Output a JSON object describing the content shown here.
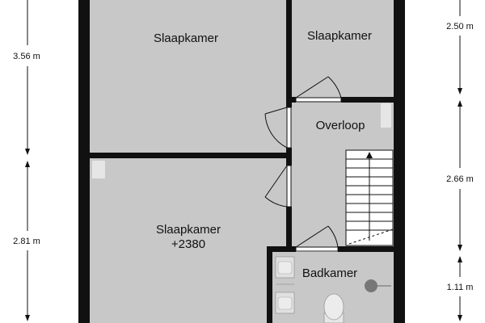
{
  "rooms": {
    "bedroom_top_left": "Slaapkamer",
    "bedroom_top_right": "Slaapkamer",
    "landing": "Overloop",
    "bedroom_bottom": "Slaapkamer",
    "bedroom_bottom_level": "+2380",
    "bathroom": "Badkamer"
  },
  "dimensions": {
    "left_top": "3.56 m",
    "left_bottom": "2.81 m",
    "right_top": "2.50 m",
    "right_middle": "2.66 m",
    "right_bottom": "1.11 m"
  },
  "colors": {
    "wall": "#111111",
    "floor": "#c8c8c8",
    "fixture": "#e6e6e6"
  }
}
